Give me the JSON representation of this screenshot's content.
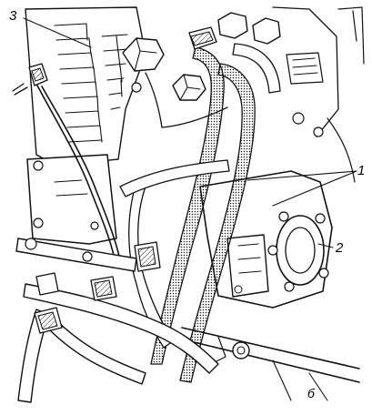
{
  "figure": {
    "callouts": [
      {
        "id": "3",
        "text": "3"
      },
      {
        "id": "1",
        "text": "1"
      },
      {
        "id": "2",
        "text": "2"
      }
    ],
    "panel_letter": "б"
  }
}
